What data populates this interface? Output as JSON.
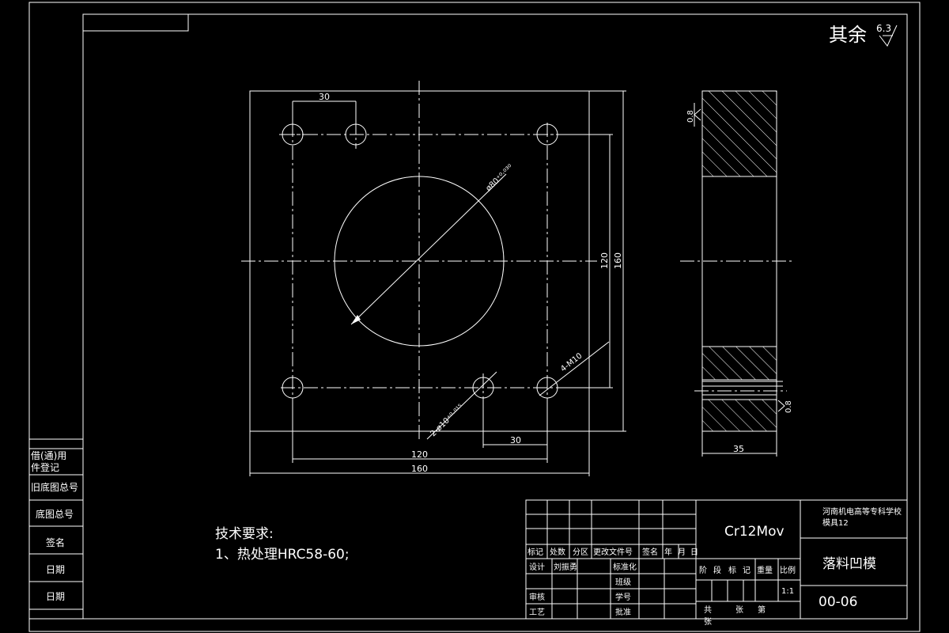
{
  "roughness": {
    "text": "其余",
    "value": "6.3"
  },
  "front_view": {
    "dim_hole_spacing_top": "30",
    "dim_hole_spacing_bottom": "30",
    "dim_center_width": "120",
    "dim_total_width": "160",
    "dim_center_height": "120",
    "dim_total_height": "160",
    "dim_bore": "ø80⁺⁰·⁰³⁰",
    "dim_thread": "4-M10",
    "dim_pin": "2-ø10⁺⁰·⁰¹⁵"
  },
  "side_view": {
    "dim_thickness": "35",
    "roughness_left": "0.8",
    "roughness_right": "0.8"
  },
  "tech_req": {
    "heading": "技术要求:",
    "item1": "1、热处理HRC58-60;"
  },
  "side_table": [
    "借(通)用",
    "件登记",
    "旧底图总号",
    "底图总号",
    "签名",
    "日期",
    "日期"
  ],
  "title_block": {
    "material": "Cr12Mov",
    "school_line1": "河南机电高等专科学校",
    "school_line2": "模具12",
    "part_name": "落料凹模",
    "drawing_no": "00-06",
    "header_row": [
      "标记",
      "处数",
      "分区",
      "更改文件号",
      "签名",
      "年",
      "月",
      "日"
    ],
    "design_label": "设计",
    "design_name": "刘振勇",
    "check_label": "审核",
    "craft_label": "工艺",
    "std_label": "标准化",
    "class_label": "班级",
    "stuno_label": "学号",
    "approve_label": "批准",
    "stage_row": [
      "阶",
      "段",
      "标",
      "记",
      "重量",
      "比例"
    ],
    "scale": "1:1",
    "sheets": [
      "共",
      "张",
      "第",
      "张"
    ]
  }
}
